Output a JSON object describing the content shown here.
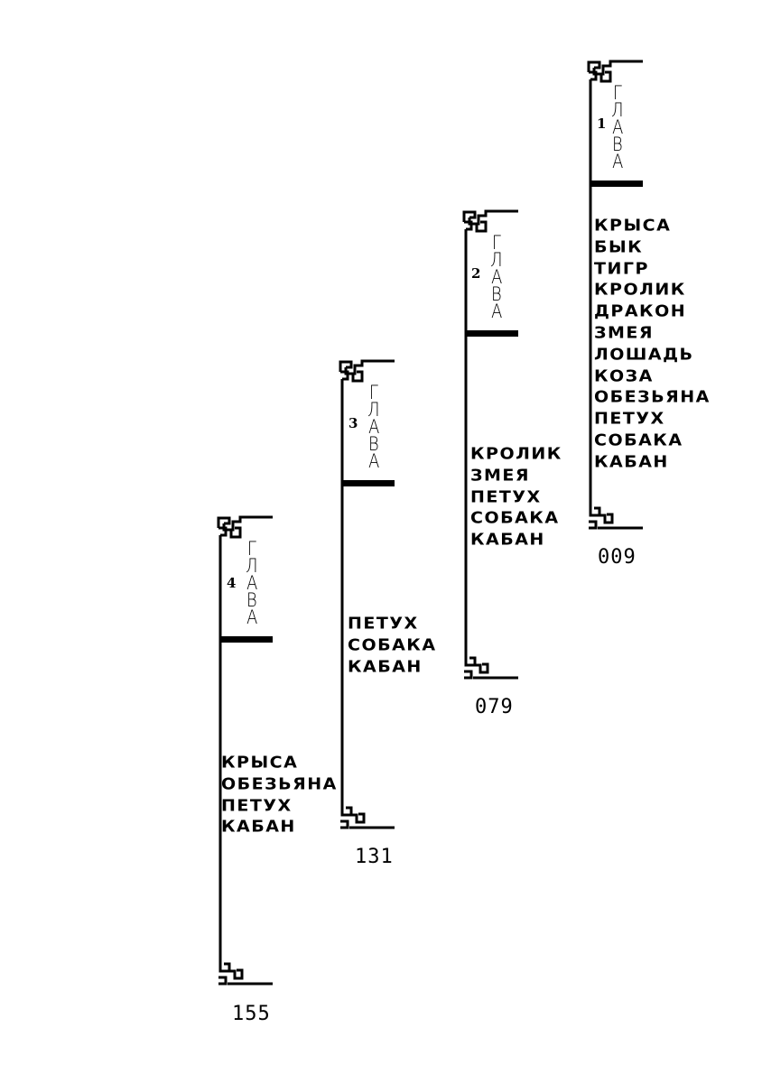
{
  "chapters": [
    {
      "number": "1",
      "title": [
        "Г",
        "Л",
        "А",
        "В",
        "А"
      ],
      "items": [
        "КРЫСА",
        "БЫК",
        "ТИГР",
        "КРОЛИК",
        "ДРАКОН",
        "ЗМЕЯ",
        "ЛОШАДЬ",
        "КОЗА",
        "ОБЕЗЬЯНА",
        "ПЕТУХ",
        "СОБАКА",
        "КАБАН"
      ],
      "page": "009"
    },
    {
      "number": "2",
      "title": [
        "Г",
        "Л",
        "А",
        "В",
        "А"
      ],
      "items": [
        "КРОЛИК",
        "ЗМЕЯ",
        "ПЕТУХ",
        "СОБАКА",
        "КАБАН"
      ],
      "page": "079"
    },
    {
      "number": "3",
      "title": [
        "Г",
        "Л",
        "А",
        "В",
        "А"
      ],
      "items": [
        "ПЕТУХ",
        "СОБАКА",
        "КАБАН"
      ],
      "page": "131"
    },
    {
      "number": "4",
      "title": [
        "Г",
        "Л",
        "А",
        "В",
        "А"
      ],
      "items": [
        "КРЫСА",
        "ОБЕЗЬЯНА",
        "ПЕТУХ",
        "КАБАН"
      ],
      "page": "155"
    }
  ]
}
